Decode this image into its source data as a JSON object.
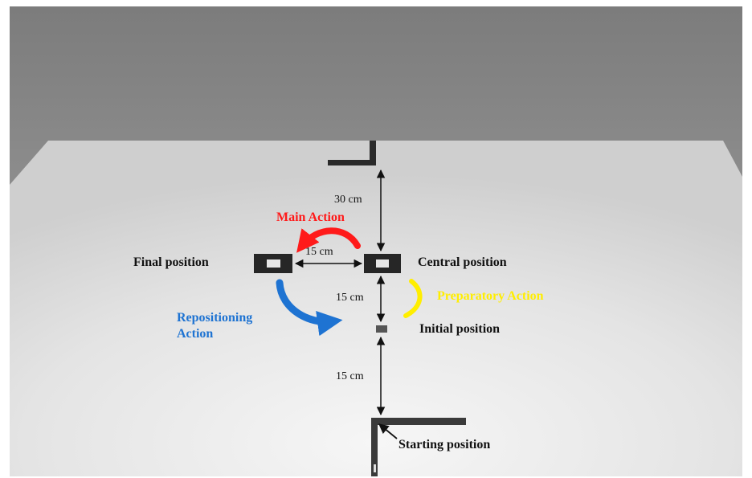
{
  "labels": {
    "final_position": "Final position",
    "central_position": "Central position",
    "initial_position": "Initial position",
    "starting_position": "Starting position"
  },
  "distances": {
    "top": "30 cm",
    "horizontal": "15 cm",
    "middle": "15 cm",
    "bottom": "15 cm"
  },
  "actions": {
    "main": "Main Action",
    "preparatory": "Preparatory Action",
    "repositioning_line1": "Repositioning",
    "repositioning_line2": "Action"
  },
  "colors": {
    "main_action": "#ff1a1a",
    "preparatory_action": "#ffee00",
    "repositioning_action": "#1e73d2",
    "markers": "#2a2a2a"
  }
}
